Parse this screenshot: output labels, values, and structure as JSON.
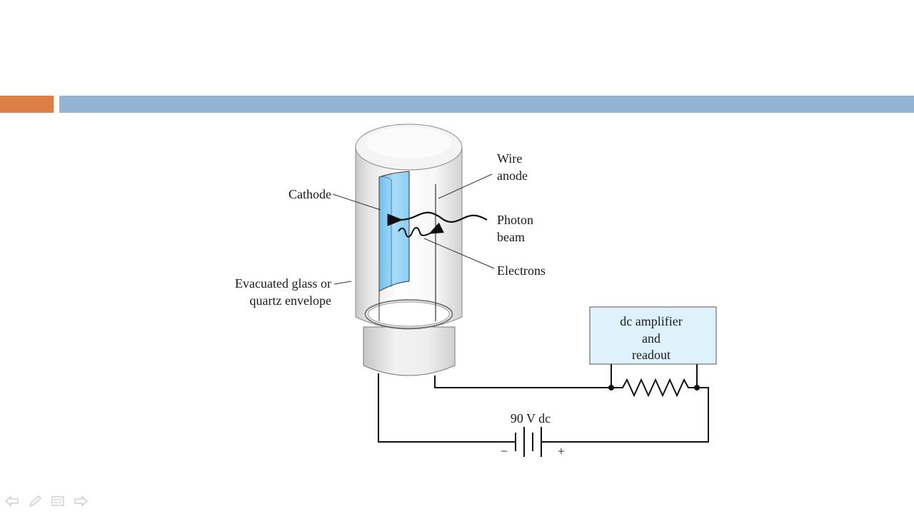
{
  "colors": {
    "accent": "#dc7f45",
    "bar": "#94b4d3",
    "cathode": "#8dcdf3",
    "amplifier_fill": "#dff1fb",
    "line": "#1a1a1a"
  },
  "labels": {
    "wire_anode_1": "Wire",
    "wire_anode_2": "anode",
    "cathode": "Cathode",
    "photon_beam_1": "Photon",
    "photon_beam_2": "beam",
    "electrons": "Electrons",
    "envelope_1": "Evacuated glass or",
    "envelope_2": "quartz envelope",
    "amplifier_1": "dc amplifier",
    "amplifier_2": "and",
    "amplifier_3": "readout",
    "voltage": "90 V dc",
    "minus": "−",
    "plus": "+"
  },
  "nav": {
    "icons": [
      "prev-arrow-icon",
      "pen-icon",
      "menu-icon",
      "next-arrow-icon"
    ]
  }
}
